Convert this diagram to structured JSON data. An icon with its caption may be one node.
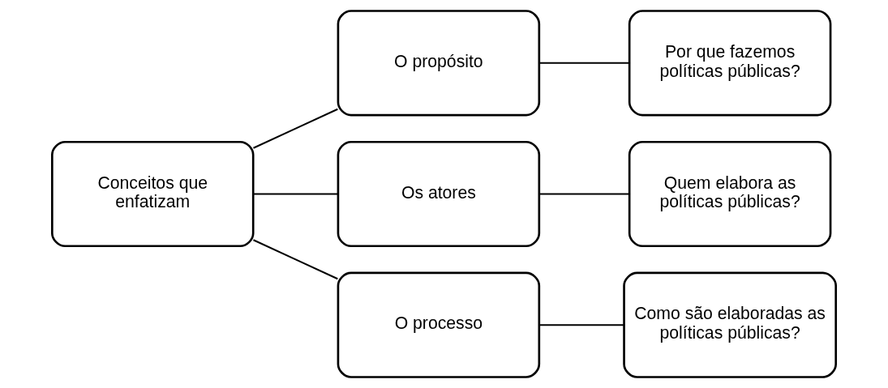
{
  "diagram": {
    "nodes": [
      {
        "text": [
          "Conceitos que enfatizam"
        ]
      },
      {
        "text": [
          "O propósito"
        ]
      },
      {
        "text": [
          "Por que fazemos políticas públicas?"
        ]
      },
      {
        "text": [
          "Os atores"
        ]
      },
      {
        "text": [
          "Quem elabora as políticas públicas?"
        ]
      },
      {
        "text": [
          "O processo"
        ]
      },
      {
        "text": [
          "Como são elaboradas as políticas públicas?"
        ]
      }
    ],
    "edges": [
      {
        "from": 0,
        "to": 1,
        "arrow": "none"
      },
      {
        "from": 0,
        "to": 3,
        "arrow": "none"
      },
      {
        "from": 0,
        "to": 5,
        "arrow": "none"
      },
      {
        "from": 1,
        "to": 2,
        "arrow": "none"
      },
      {
        "from": 3,
        "to": 4,
        "arrow": "none"
      },
      {
        "from": 5,
        "to": 6,
        "arrow": "none"
      }
    ]
  }
}
